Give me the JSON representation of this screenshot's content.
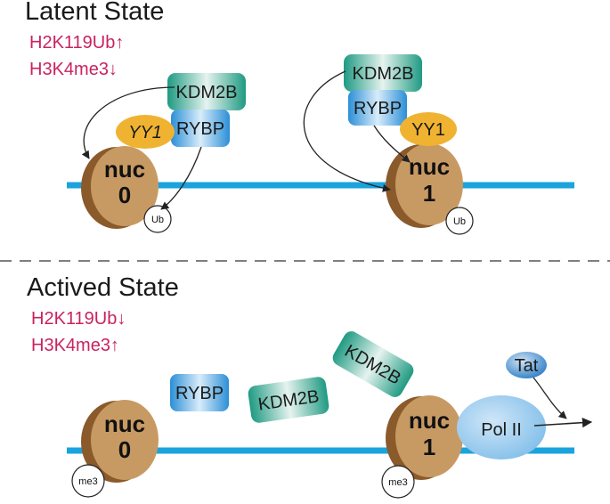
{
  "latent": {
    "title": "Latent State",
    "mark1": "H2K119Ub↑",
    "mark2": "H3K4me3↓",
    "kdm2b_a": "KDM2B",
    "rybp_a": "RYBP",
    "yy1_a": "YY1",
    "nuc0_a": "nuc",
    "nuc0_b": "0",
    "ub_a": "Ub",
    "kdm2b_b": "KDM2B",
    "rybp_b": "RYBP",
    "yy1_b": "YY1",
    "nuc1_a": "nuc",
    "nuc1_b": "1",
    "ub_b": "Ub"
  },
  "active": {
    "title": "Actived State",
    "mark1": "H2K119Ub↓",
    "mark2": "H3K4me3↑",
    "rybp": "RYBP",
    "kdm2b_a": "KDM2B",
    "kdm2b_b": "KDM2B",
    "tat": "Tat",
    "polii": "Pol II",
    "nuc0_a": "nuc",
    "nuc0_b": "0",
    "me3_a": "me3",
    "nuc1_a": "nuc",
    "nuc1_b": "1",
    "me3_b": "me3"
  },
  "colors": {
    "dna": "#1aa3dd",
    "nucleosome": "#c89a63",
    "nucleosome_edge": "#8a5a2b",
    "kdm2b": "#2aa38a",
    "rybp": "#3aa0e0",
    "yy1": "#f0b331",
    "polii": "#8ec7ee",
    "tat": "#2f7fc4",
    "marks": "#c8235f"
  }
}
